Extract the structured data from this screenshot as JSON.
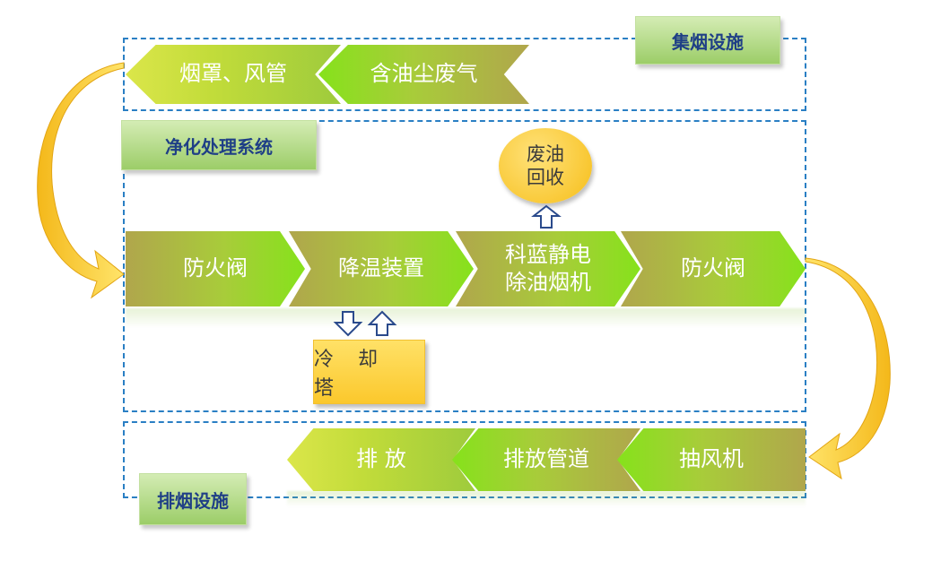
{
  "sections": {
    "collection": "集烟设施",
    "purification": "净化处理系统",
    "exhaust": "排烟设施"
  },
  "collection_steps": [
    "烟罩、风管",
    "含油尘废气"
  ],
  "purification_steps": [
    "防火阀",
    "降温装置",
    "科蓝静电",
    "除油烟机",
    "防火阀"
  ],
  "oil_recovery": [
    "废油",
    "回收"
  ],
  "cooling_tower": "冷 却 塔",
  "exhaust_steps": [
    "排  放",
    "排放管道",
    "抽风机"
  ],
  "colors": {
    "dashed_border": "#2a7fc4",
    "label_text": "#1f3f86",
    "chevron_green": "#86e21b",
    "chevron_olive": "#b0a64c",
    "arrow_yellow": "#f5c320",
    "box_yellow": "#fbc82c",
    "outline_arrow": "#2a4a8c"
  },
  "icons": [
    "curved-arrow-icon",
    "up-arrow-outline-icon",
    "down-arrow-outline-icon"
  ]
}
